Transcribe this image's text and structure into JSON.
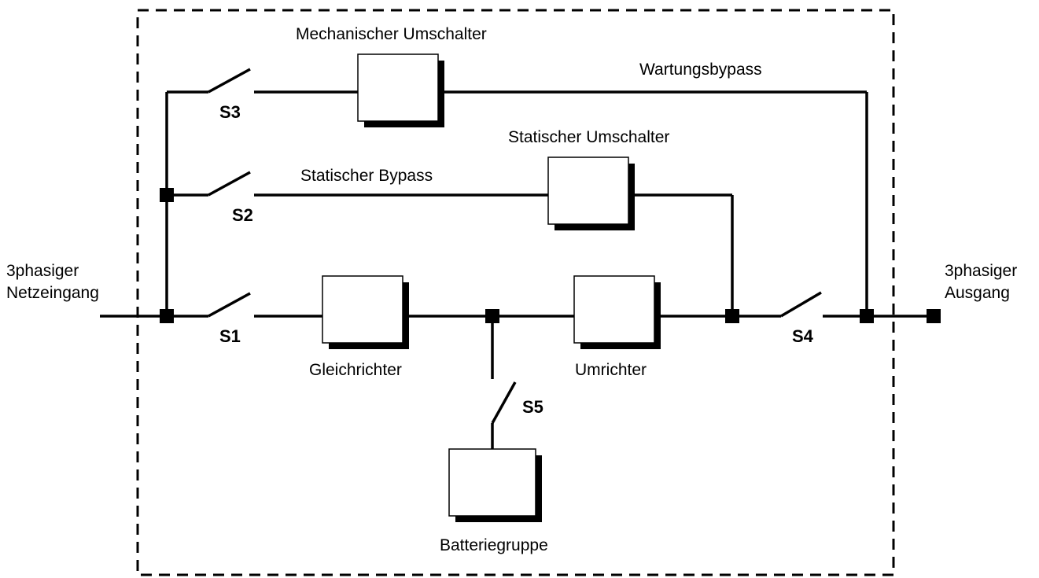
{
  "labels": {
    "mechanical_switch": "Mechanischer Umschalter",
    "maintenance_bypass": "Wartungsbypass",
    "static_switch": "Statischer Umschalter",
    "static_bypass": "Statischer Bypass",
    "input_line1": "3phasiger",
    "input_line2": "Netzeingang",
    "output_line1": "3phasiger",
    "output_line2": "Ausgang",
    "rectifier": "Gleichrichter",
    "inverter": "Umrichter",
    "battery": "Batteriegruppe"
  },
  "switches": {
    "s1": "S1",
    "s2": "S2",
    "s3": "S3",
    "s4": "S4",
    "s5": "S5"
  }
}
